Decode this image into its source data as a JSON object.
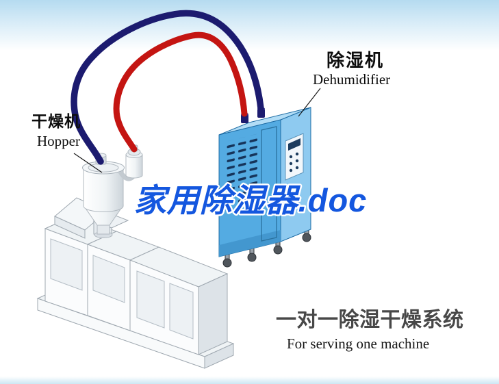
{
  "annotations": {
    "dryer": {
      "cn": "干燥机",
      "en": "Hopper"
    },
    "dehumidifier": {
      "cn": "除湿机",
      "en": "Dehumidifier"
    }
  },
  "watermark": {
    "text": "家用除湿器.doc",
    "color": "#1457df",
    "outline_color": "#ffffff"
  },
  "caption": {
    "cn": "一对一除湿干燥系统",
    "en": "For serving one machine"
  },
  "colors": {
    "pipe_red": "#c41512",
    "pipe_navy": "#1c1b6f",
    "dehumidifier_front": "#54abe2",
    "dehumidifier_side": "#8ecaf0",
    "dehumidifier_top": "#b2ddf6",
    "dehumidifier_outline": "#1f6da5",
    "vent_slot": "#16345a",
    "machine_front": "#fbfcfd",
    "machine_top": "#eff3f5",
    "machine_shade": "#dfe5ea",
    "sky": "#b5dbf0"
  },
  "scene": {
    "machines": [
      "hopper-dryer",
      "extruder-machine",
      "dehumidifier-cabinet"
    ],
    "pipes": [
      {
        "name": "navy-pipe",
        "color": "#1c1b6f",
        "from": "hopper-lid",
        "to": "dehumidifier-top"
      },
      {
        "name": "red-pipe",
        "color": "#c41512",
        "from": "hopper-loader",
        "to": "dehumidifier-top"
      }
    ]
  }
}
